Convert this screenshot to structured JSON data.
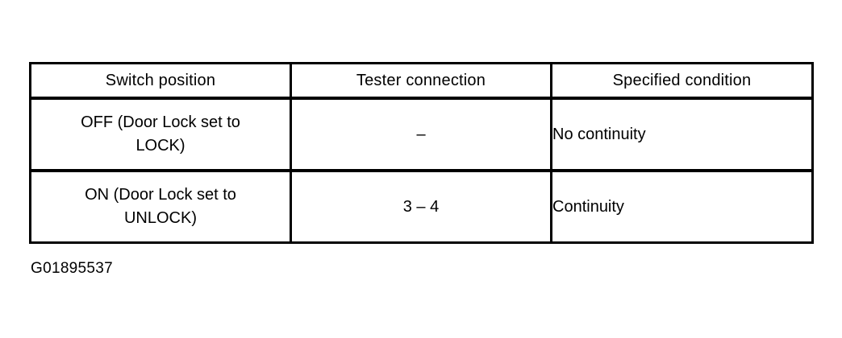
{
  "figure": {
    "id_label": "G01895537"
  },
  "table": {
    "columns": [
      {
        "key": "switch_position",
        "header": "Switch position"
      },
      {
        "key": "tester_connection",
        "header": "Tester connection"
      },
      {
        "key": "specified_condition",
        "header": "Specified  condition"
      }
    ],
    "rows": [
      {
        "switch_position_line1": "OFF (Door Lock set to",
        "switch_position_line2": "LOCK)",
        "tester_connection": "–",
        "specified_condition": "No continuity"
      },
      {
        "switch_position_line1": "ON (Door Lock set to",
        "switch_position_line2": "UNLOCK)",
        "tester_connection": "3 – 4",
        "specified_condition": "Continuity"
      }
    ]
  },
  "colors": {
    "ink": "#000000",
    "page": "#ffffff"
  }
}
